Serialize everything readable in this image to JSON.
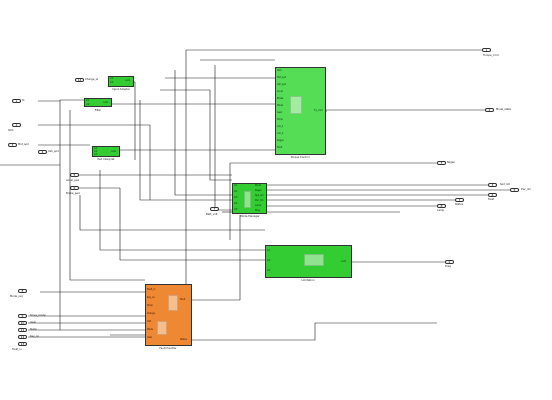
{
  "inports": [
    {
      "num": "1",
      "label": "Ts"
    },
    {
      "num": "2",
      "label": "SOC"
    },
    {
      "num": "3",
      "label": "Mot_spd"
    },
    {
      "num": "4",
      "label": "Veh_spd"
    },
    {
      "num": "5",
      "label": "Accel_ped"
    },
    {
      "num": "6",
      "label": "Brake_ped"
    },
    {
      "num": "7",
      "label": "Batt_volt"
    },
    {
      "num": "8",
      "label": "Mode_req"
    },
    {
      "num": "9",
      "label": "Drive_mode"
    },
    {
      "num": "10",
      "label": "Gear"
    },
    {
      "num": "11",
      "label": "Temp"
    },
    {
      "num": "12",
      "label": "Key_on"
    },
    {
      "num": "13",
      "label": "Fault_in"
    },
    {
      "num": "14",
      "label": "Charge_st"
    }
  ],
  "outports": [
    {
      "num": "1",
      "label": "Torque_cmd"
    },
    {
      "num": "2",
      "label": "Mode_state"
    },
    {
      "num": "3",
      "label": "Regen"
    },
    {
      "num": "4",
      "label": "Spd_lim"
    },
    {
      "num": "5",
      "label": "Pwr_lim"
    },
    {
      "num": "6",
      "label": "Fault"
    },
    {
      "num": "7",
      "label": "Status"
    },
    {
      "num": "8",
      "label": "Lamp"
    },
    {
      "num": "9",
      "label": "Diag"
    }
  ],
  "blocks": [
    {
      "name": "Input Adapter",
      "pins_in": [
        "in1",
        "in2"
      ],
      "pins_out": [
        "out1"
      ]
    },
    {
      "name": "Filter",
      "pins_in": [
        "in1",
        "in2"
      ],
      "pins_out": [
        "out1"
      ]
    },
    {
      "name": "Ped Interpret",
      "pins_in": [
        "in1",
        "in2",
        "in3"
      ],
      "pins_out": [
        "out1"
      ]
    },
    {
      "name": "Torque Control",
      "pins_in": [
        "SOC",
        "Mot_spd",
        "Veh_spd",
        "Accel",
        "Brake",
        "Mode",
        "Gear",
        "Temp",
        "Lim_1",
        "Lim_2",
        "Regen",
        "Fault"
      ],
      "pins_out": [
        "Tq_cmd"
      ]
    },
    {
      "name": "Mode Manager",
      "pins_in": [
        "in1",
        "in2",
        "in3",
        "in4",
        "in5"
      ],
      "pins_out": [
        "Mode",
        "Regen",
        "Spd_lim",
        "Pwr_lim",
        "Lamp",
        "Diag"
      ]
    },
    {
      "name": "Limitation",
      "pins_in": [
        "in1",
        "in2",
        "in3"
      ],
      "pins_out": [
        "out1"
      ]
    },
    {
      "name": "Fault Handler",
      "pins_in": [
        "Fault_in",
        "Key_on",
        "Temp",
        "Charge",
        "Volt",
        "Mode",
        "Gear"
      ],
      "pins_out": [
        "Fault",
        "Status"
      ]
    }
  ],
  "colors": {
    "green": "#33cc33",
    "light_green": "#55dd55",
    "orange": "#ee8833",
    "wire": "#1a1a1a"
  }
}
